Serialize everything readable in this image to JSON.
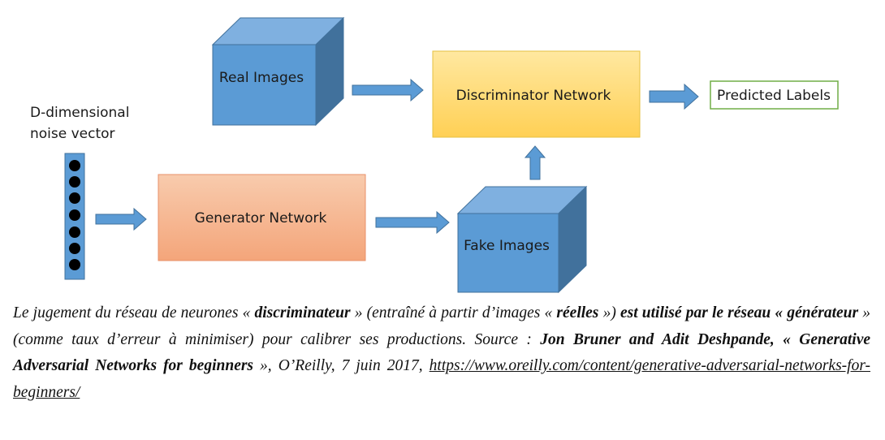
{
  "diagram": {
    "noise_label_line1": "D-dimensional",
    "noise_label_line2": "noise vector",
    "real_images": "Real Images",
    "fake_images": "Fake Images",
    "generator": "Generator Network",
    "discriminator": "Discriminator Network",
    "predicted_labels": "Predicted Labels"
  },
  "colors": {
    "cube_front": "#5b9bd5",
    "cube_top": "#7fb0e0",
    "cube_side": "#41719c",
    "generator_fill": "#f4b183",
    "discriminator_fill": "#ffd966",
    "output_border": "#70ad47",
    "arrow": "#5b9bd5"
  },
  "caption": {
    "p1": "Le jugement du réseau de neurones « ",
    "b1": "discriminateur",
    "p2": " » (entraîné à partir d’images « ",
    "b2": "réelles",
    "p3": " ») ",
    "b3": "est utilisé par le réseau « générateur",
    "p4": " » (comme taux d’erreur à minimiser) pour calibrer ses productions. Source : ",
    "b4": "Jon Bruner and Adit Deshpande, « Generative Adversarial Networks for beginners",
    "p5": " », O’Reilly, 7 juin 2017, ",
    "link": "https://www.oreilly.com/content/generative-adversarial-networks-for-beginners/"
  }
}
